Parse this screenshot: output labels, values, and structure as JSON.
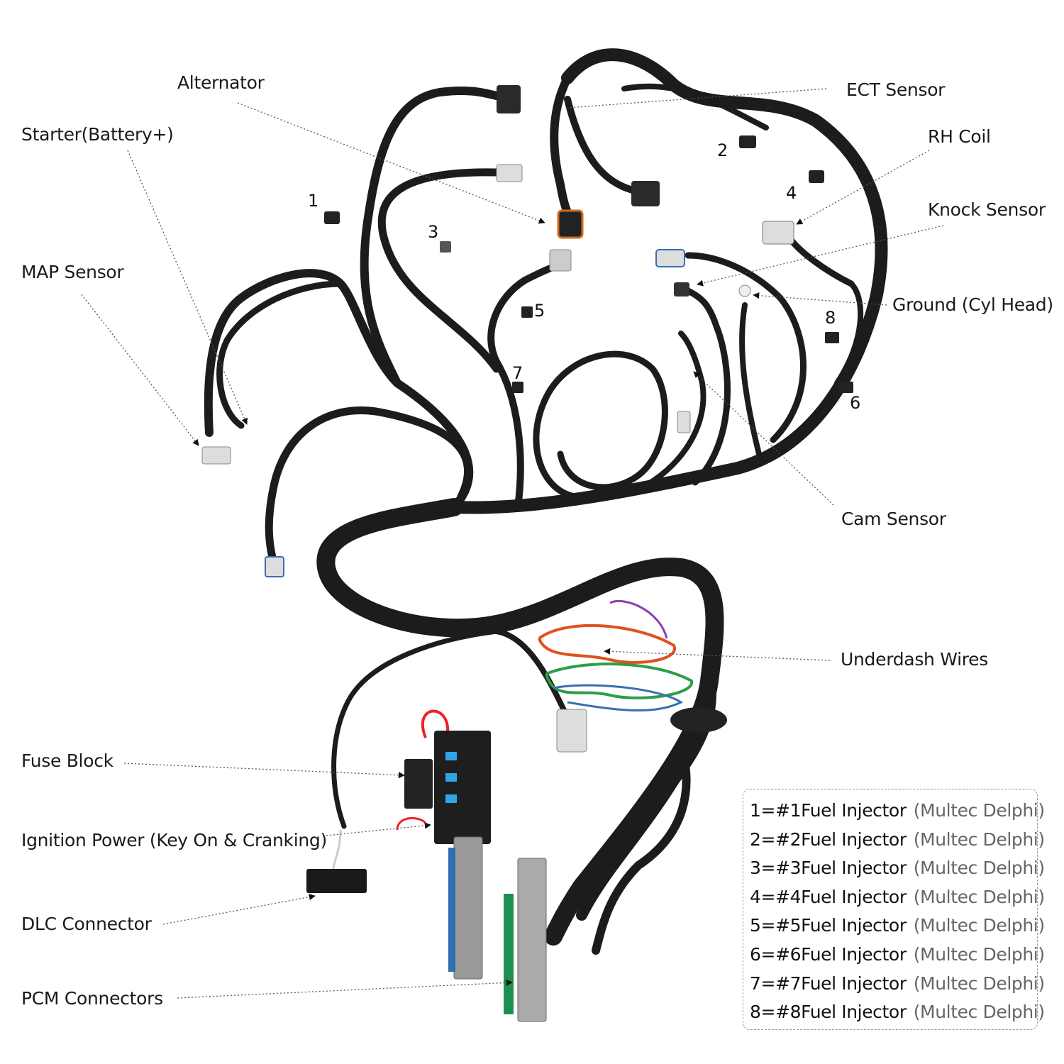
{
  "callouts": {
    "alternator": "Alternator",
    "starter": "Starter(Battery+)",
    "map_sensor": "MAP Sensor",
    "ect_sensor": "ECT Sensor",
    "rh_coil": "RH Coil",
    "knock_sensor": "Knock Sensor",
    "ground": "Ground (Cyl Head)",
    "cam_sensor": "Cam Sensor",
    "underdash_wires": "Underdash Wires",
    "fuse_block": "Fuse Block",
    "ignition_power": "Ignition Power (Key On & Cranking)",
    "dlc_connector": "DLC Connector",
    "pcm_connectors": "PCM Connectors"
  },
  "injector_numbers": [
    "1",
    "2",
    "3",
    "4",
    "5",
    "6",
    "7",
    "8"
  ],
  "legend": [
    {
      "label": "1=#1Fuel Injector",
      "note": "(Multec Delphi)"
    },
    {
      "label": "2=#2Fuel Injector",
      "note": "(Multec Delphi)"
    },
    {
      "label": "3=#3Fuel Injector",
      "note": "(Multec Delphi)"
    },
    {
      "label": "4=#4Fuel Injector",
      "note": "(Multec Delphi)"
    },
    {
      "label": "5=#5Fuel Injector",
      "note": "(Multec Delphi)"
    },
    {
      "label": "6=#6Fuel Injector",
      "note": "(Multec Delphi)"
    },
    {
      "label": "7=#7Fuel Injector",
      "note": "(Multec Delphi)"
    },
    {
      "label": "8=#8Fuel Injector",
      "note": "(Multec Delphi)"
    }
  ],
  "colors": {
    "harness": "#1c1c1c",
    "leader": "#555555",
    "legend_note": "#666666"
  }
}
